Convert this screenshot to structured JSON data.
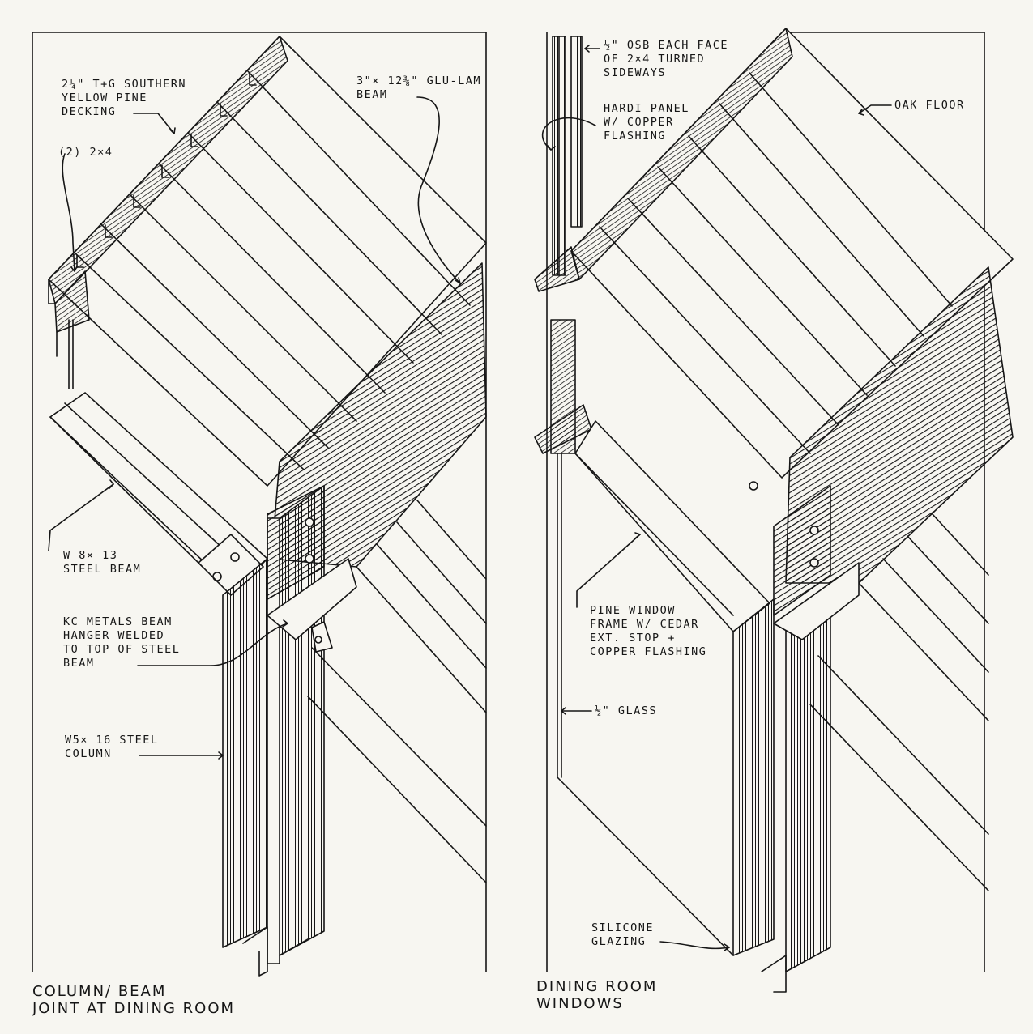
{
  "panels": {
    "left": {
      "title_line1": "COLUMN/ BEAM",
      "title_line2": "JOINT AT DINING ROOM",
      "labels": {
        "decking_l1": "2¼\" T+G SOUTHERN",
        "decking_l2": "YELLOW PINE",
        "decking_l3": "DECKING",
        "glulam_l1": "3\"× 12⅜\" GLU-LAM",
        "glulam_l2": "BEAM",
        "two_by_four": "(2) 2×4",
        "steel_beam_l1": "W 8× 13",
        "steel_beam_l2": "STEEL BEAM",
        "hanger_l1": "KC METALS BEAM",
        "hanger_l2": "HANGER WELDED",
        "hanger_l3": "TO TOP OF STEEL",
        "hanger_l4": "BEAM",
        "column_l1": "W5× 16 STEEL",
        "column_l2": "COLUMN"
      }
    },
    "right": {
      "title_line1": "DINING ROOM",
      "title_line2": "WINDOWS",
      "labels": {
        "osb_l1": "½\" OSB EACH FACE",
        "osb_l2": "OF 2×4 TURNED",
        "osb_l3": "SIDEWAYS",
        "hardi_l1": "HARDI PANEL",
        "hardi_l2": "W/ COPPER",
        "hardi_l3": "FLASHING",
        "oak_floor": "OAK FLOOR",
        "frame_l1": "PINE WINDOW",
        "frame_l2": "FRAME W/ CEDAR",
        "frame_l3": "EXT. STOP +",
        "frame_l4": "COPPER FLASHING",
        "glass": "½\" GLASS",
        "silicone_l1": "SILICONE",
        "silicone_l2": "GLAZING"
      }
    }
  },
  "colors": {
    "ink": "#161616",
    "paper": "#f7f6f1"
  }
}
